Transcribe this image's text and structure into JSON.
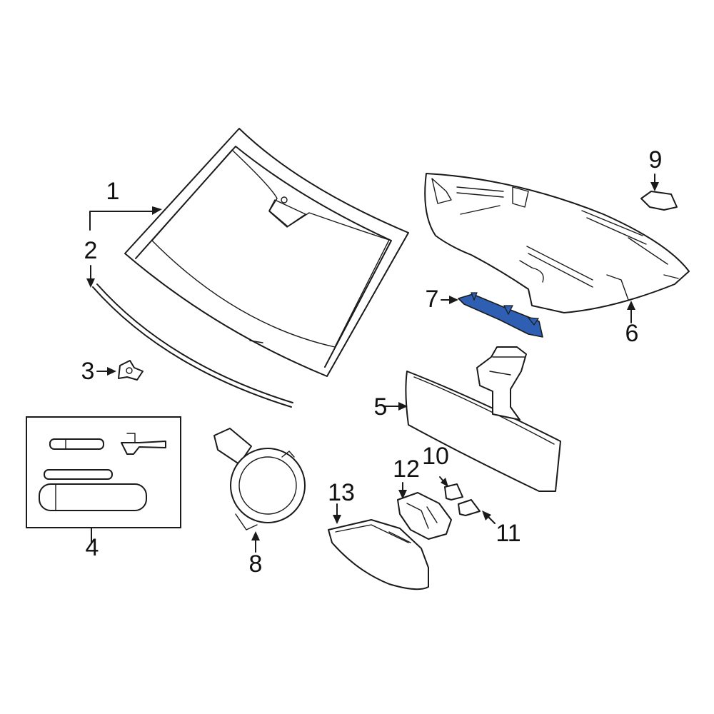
{
  "diagram": {
    "highlight_color": "#2f5fb3",
    "line_color": "#1a1a1a",
    "callouts": [
      {
        "id": "c1",
        "text": "1"
      },
      {
        "id": "c2",
        "text": "2"
      },
      {
        "id": "c3",
        "text": "3"
      },
      {
        "id": "c4",
        "text": "4"
      },
      {
        "id": "c5",
        "text": "5"
      },
      {
        "id": "c6",
        "text": "6"
      },
      {
        "id": "c7",
        "text": "7"
      },
      {
        "id": "c8",
        "text": "8"
      },
      {
        "id": "c9",
        "text": "9"
      },
      {
        "id": "c10",
        "text": "10"
      },
      {
        "id": "c11",
        "text": "11"
      },
      {
        "id": "c12",
        "text": "12"
      },
      {
        "id": "c13",
        "text": "13"
      }
    ]
  }
}
